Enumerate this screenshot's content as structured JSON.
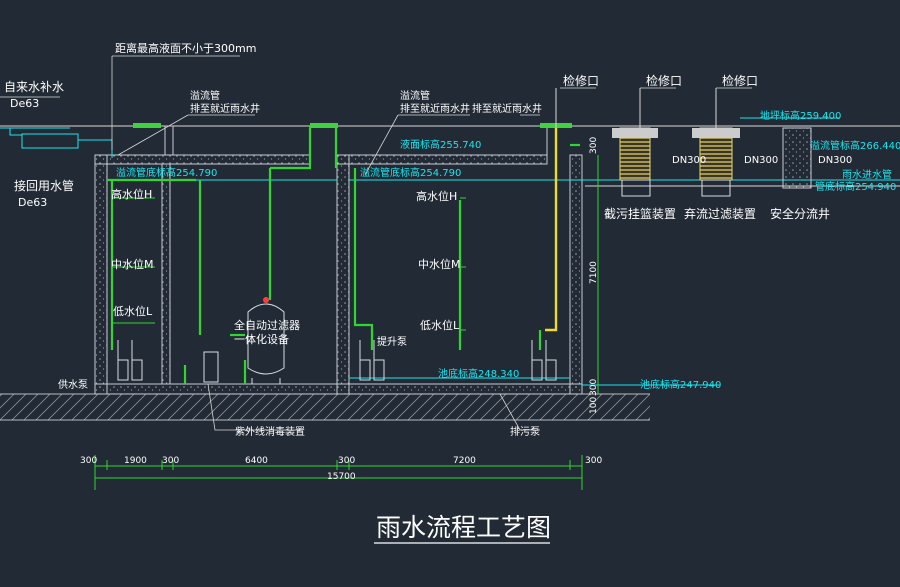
{
  "title": "雨水流程工艺图",
  "labels": {
    "clearance": "距离最高液面不小于300mm",
    "tap_water": "自来水补水",
    "tap_size": "De63",
    "reuse_pipe": "接回用水管",
    "reuse_size": "De63",
    "overflow1": "溢流管",
    "overflow1_note": "排至就近雨水井",
    "overflow2": "溢流管",
    "overflow2_note": "排至就近雨水井",
    "discharge_note": "排至就近雨水井",
    "inspect1": "检修口",
    "inspect2": "检修口",
    "inspect3": "检修口",
    "ground_elev": "地坪标高259.400",
    "water_surface": "液面标高255.740",
    "overflow_bottom1": "溢流管底标高254.790",
    "overflow_bottom2": "溢流管底标高254.790",
    "overflow_right": "溢流管标高266.440",
    "rain_inlet": "雨水进水管",
    "pipe_bottom": "管底标高254.940",
    "pool_bottom1": "池底标高248.340",
    "pool_bottom2": "池底标高247.940",
    "dn1": "DN300",
    "dn2": "DN300",
    "dn3": "DN300",
    "interception": "截污挂篮装置",
    "diversion": "弃流过滤装置",
    "safety_well": "安全分流井",
    "high_level": "高水位H",
    "mid_level": "中水位M",
    "low_level": "低水位L",
    "filter_line1": "全自动过滤器",
    "filter_line2": "一体化设备",
    "lift_pump": "提升泵",
    "supply_pump": "供水泵",
    "uv_device": "紫外线消毒装置",
    "drain_pump": "排污泵",
    "dim_300": "300",
    "dim_7100": "7100",
    "dim_100": "100"
  },
  "dims": {
    "d1": "300",
    "d2": "1900",
    "d3": "300",
    "d4": "6400",
    "d5": "300",
    "d6": "7200",
    "d7": "300",
    "total": "15700"
  },
  "colors": {
    "background": "#222a35",
    "pipe_green": "#2fd62f",
    "pipe_yellow": "#eedb24",
    "annotation_cyan": "#19e6ef",
    "text_white": "#ffffff"
  }
}
